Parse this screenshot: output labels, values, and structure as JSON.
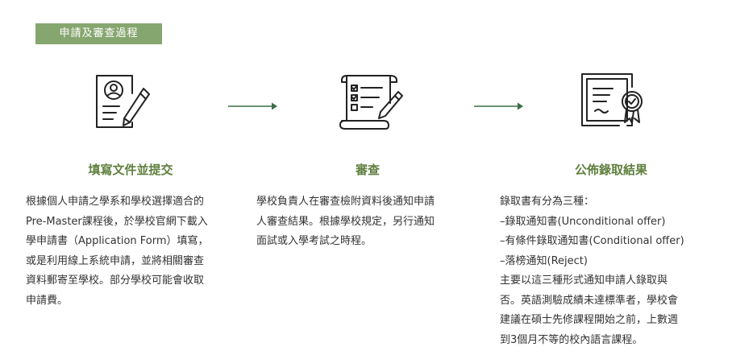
{
  "section_tag": "申請及審查過程",
  "colors": {
    "accent": "#86a66f",
    "title": "#5f7f3e",
    "icon": "#222222",
    "arrow": "#3c6e47"
  },
  "steps": [
    {
      "icon": "application-form-pen-icon",
      "title": "填寫文件並提交",
      "lines": [
        "根據個人申請之學系和學校選擇適合的",
        "Pre-Master課程後，於學校官網下載入",
        "學申請書（Application Form）填寫，",
        "或是利用線上系統申請，並將相關審查",
        "資料郵寄至學校。部分學校可能會收取",
        "申請費。"
      ]
    },
    {
      "icon": "checklist-scroll-pen-icon",
      "title": "審查",
      "lines": [
        "學校負責人在審查檢附資料後通知申請",
        "人審查結果。根據學校規定，另行通知",
        "面試或入學考試之時程。"
      ]
    },
    {
      "icon": "certificate-badge-icon",
      "title": "公佈錄取結果",
      "lines": [
        "錄取書有分為三種：",
        "–錄取通知書(Unconditional offer)",
        "–有條件錄取通知書(Conditional offer)",
        "–落榜通知(Reject)",
        "主要以這三種形式通知申請人錄取與",
        "否。英語測驗成績未達標準者，學校會",
        "建議在碩士先修課程開始之前，上數週",
        "到3個月不等的校內語言課程。"
      ]
    }
  ]
}
